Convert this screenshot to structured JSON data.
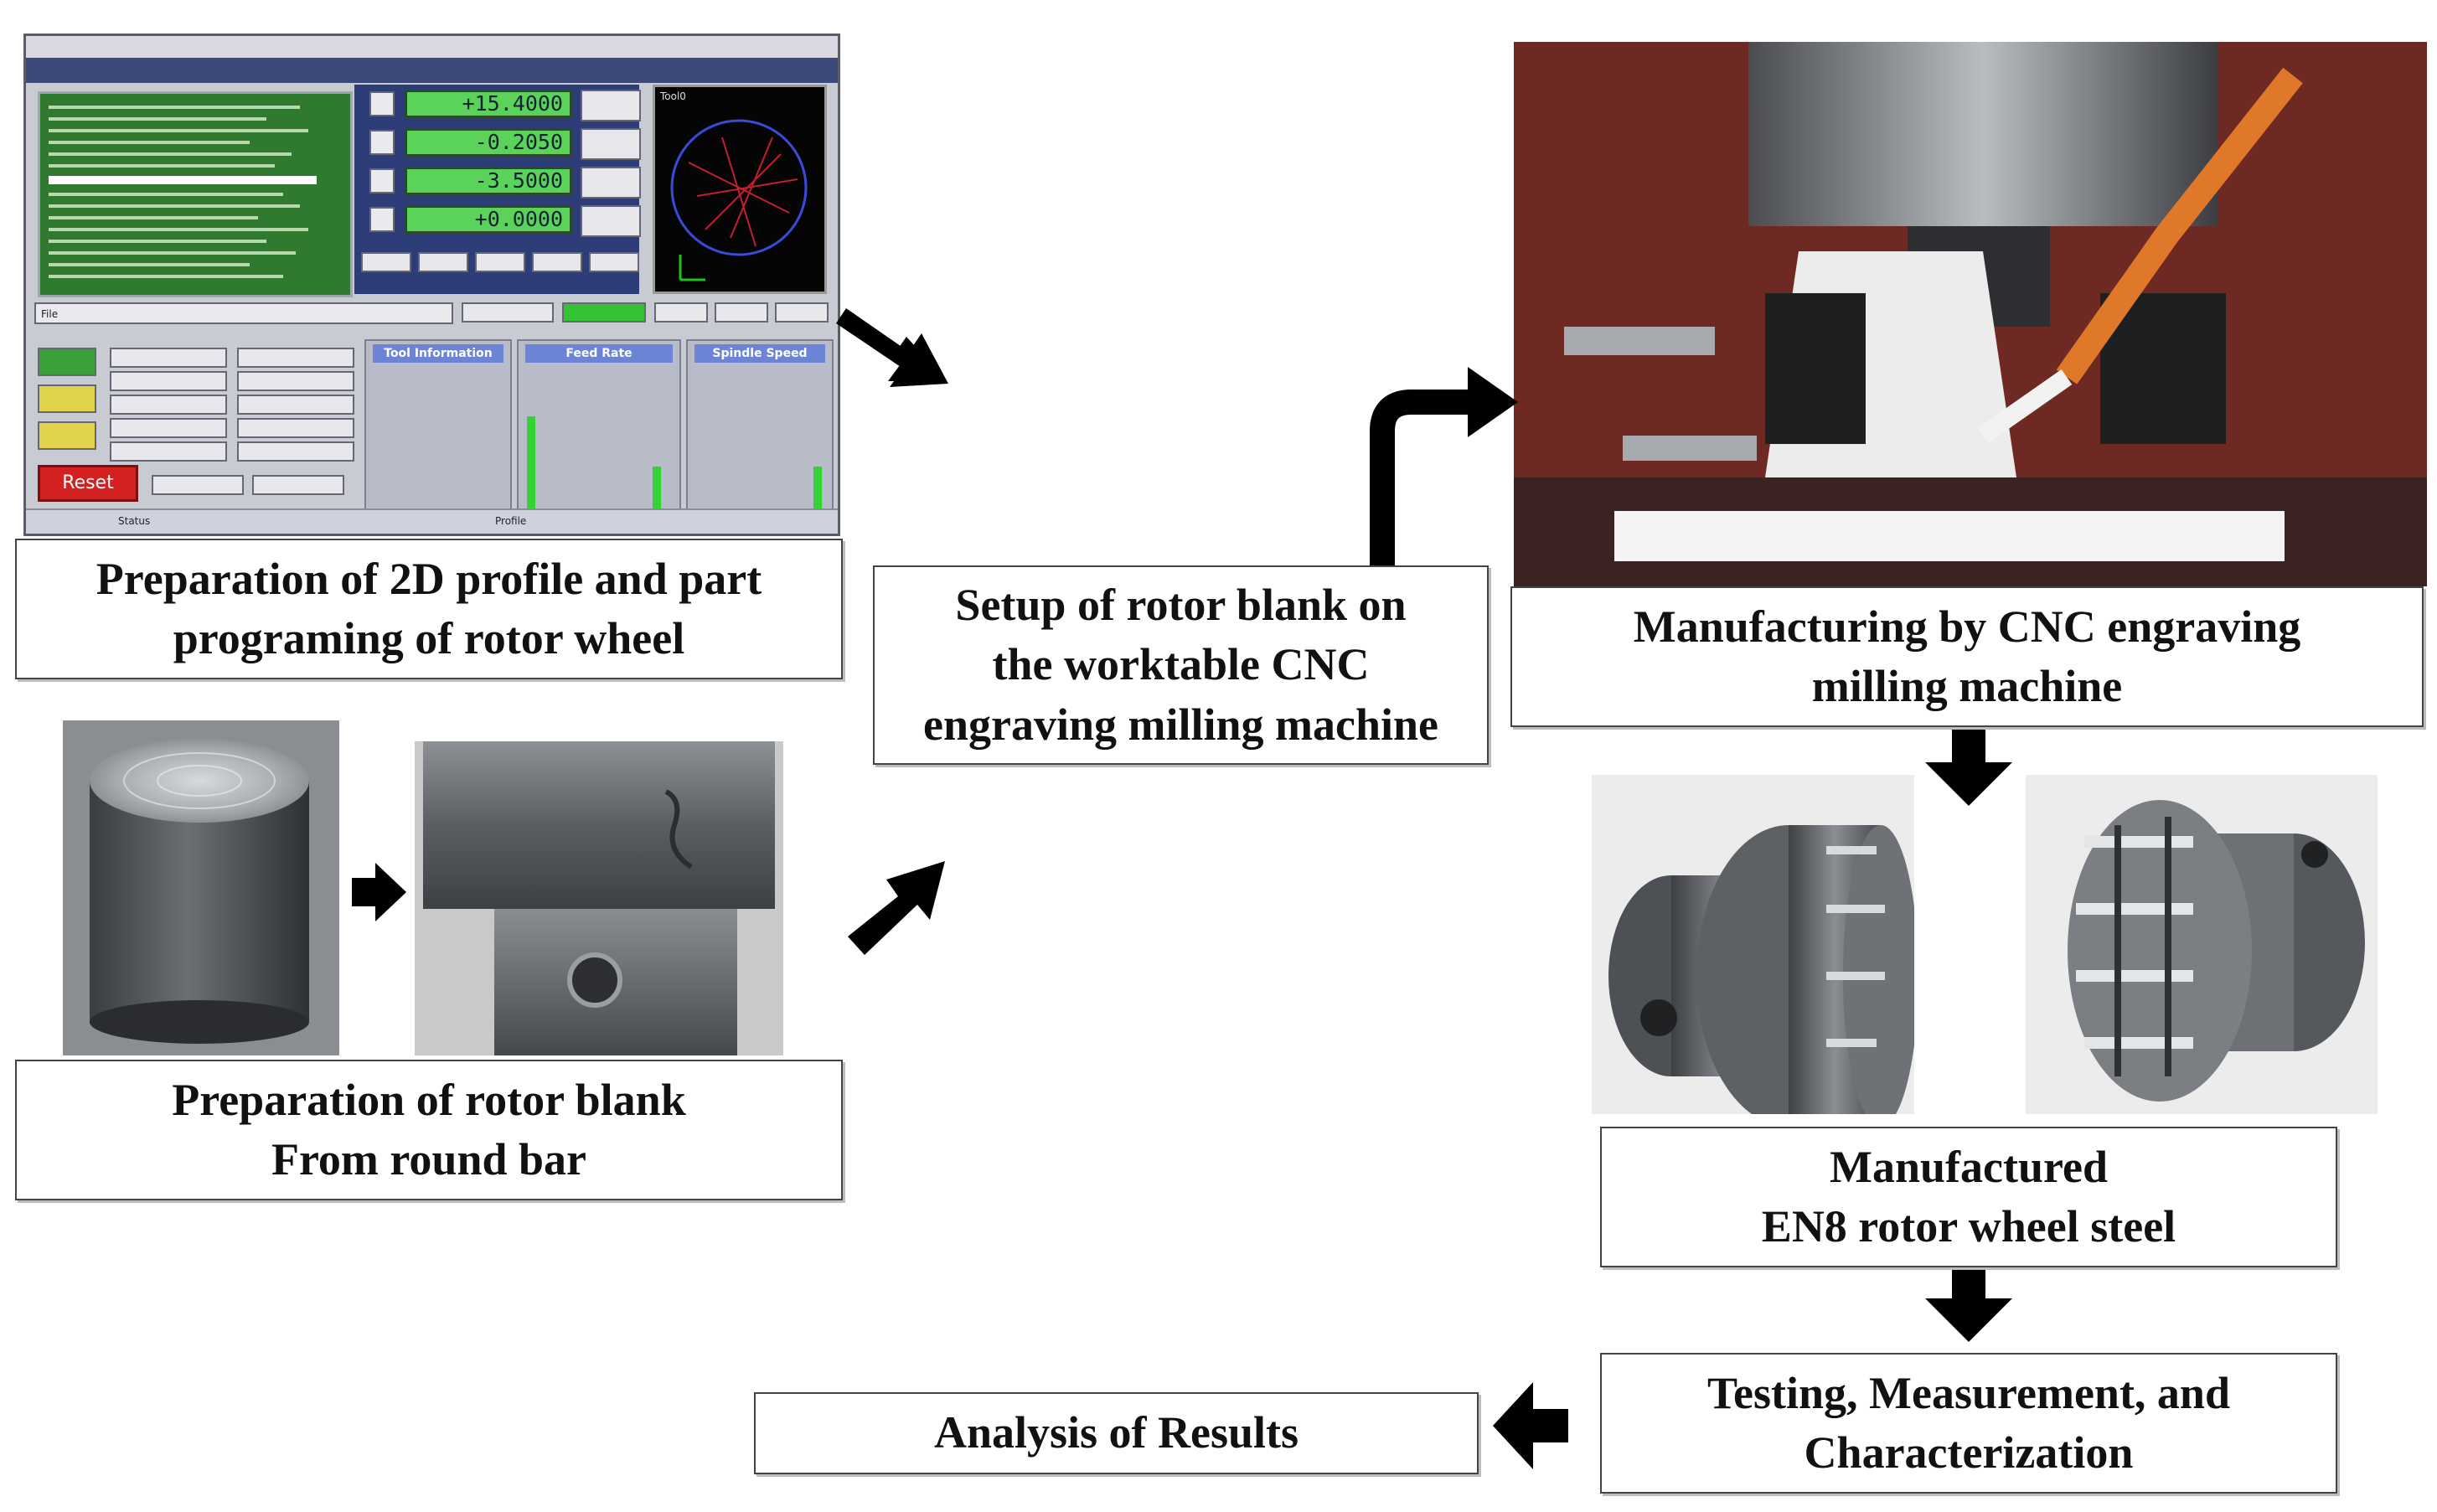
{
  "steps": {
    "profile_programming": {
      "line1": "Preparation of 2D profile and part",
      "line2": "programing of rotor wheel"
    },
    "blank_preparation": {
      "line1": "Preparation of rotor blank",
      "line2": "From round bar"
    },
    "setup": {
      "line1": "Setup of rotor blank on",
      "line2": "the worktable CNC",
      "line3": "engraving milling machine"
    },
    "manufacturing": {
      "line1": "Manufacturing by CNC engraving",
      "line2": "milling machine"
    },
    "manufactured": {
      "line1": "Manufactured",
      "line2": "EN8 rotor wheel steel"
    },
    "testing": {
      "line1": "Testing, Measurement, and",
      "line2": "Characterization"
    },
    "analysis": {
      "line1": "Analysis of Results"
    }
  },
  "cnc_screen": {
    "dro_values": [
      "+15.4000",
      "-0.2050",
      "-3.5000",
      "+0.0000"
    ],
    "toolpath_label": "Tool0",
    "file_label": "File",
    "panels": {
      "tool": "Tool Information",
      "feed": "Feed Rate",
      "spindle": "Spindle Speed"
    },
    "reset_label": "Reset",
    "status_label": "Status",
    "profile_label": "Profile"
  },
  "colors": {
    "arrow": "#000000",
    "box_border": "#444444",
    "dro_green": "#5bd35b",
    "reset_red": "#d42020"
  }
}
